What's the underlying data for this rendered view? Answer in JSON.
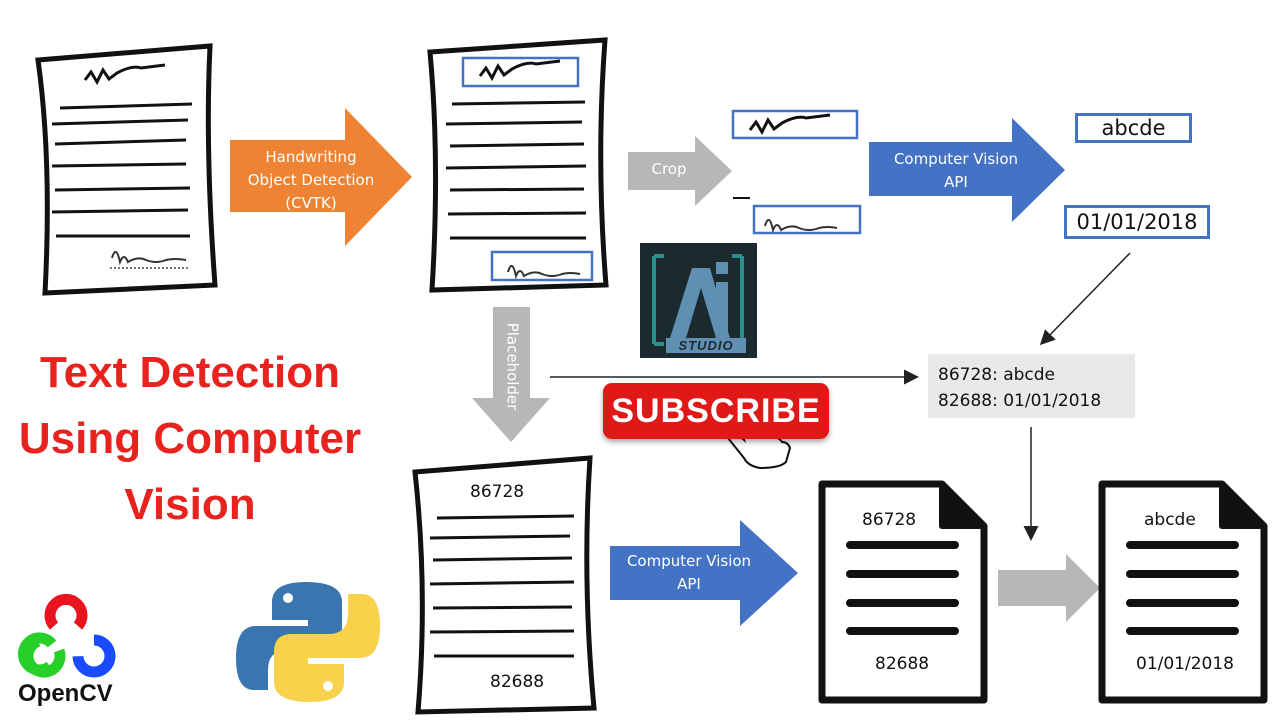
{
  "title": {
    "lines": [
      "Text Detection",
      "Using Computer",
      "Vision"
    ]
  },
  "steps": {
    "detection_label_lines": [
      "Handwriting",
      "Object Detection",
      "(CVTK)"
    ],
    "crop_label": "Crop",
    "placeholder_label": "Placeholder",
    "cv_api_top_lines": [
      "Computer Vision",
      "API"
    ],
    "cv_api_bottom_lines": [
      "Computer Vision",
      "API"
    ]
  },
  "results": {
    "text_box": "abcde",
    "date_box": "01/01/2018"
  },
  "mapping": {
    "line1": "86728: abcde",
    "line2": "82688: 01/01/2018"
  },
  "placeholder_doc": {
    "top_id": "86728",
    "bottom_id": "82688"
  },
  "intermediate_doc": {
    "top_id": "86728",
    "bottom_id": "82688"
  },
  "final_doc": {
    "top_text": "abcde",
    "bottom_text": "01/01/2018"
  },
  "badges": {
    "subscribe": "SUBSCRIBE",
    "logo_text": "STUDIO",
    "opencv": "OpenCV"
  },
  "colors": {
    "title_red": "#e8231f",
    "orange_arrow": "#ee8433",
    "blue_arrow": "#4472c4",
    "gray_arrow": "#b7b7b7",
    "subscribe_red": "#e01818"
  },
  "icons": [
    "handwritten-document-icon",
    "pointer-hand-icon",
    "opencv-logo-icon",
    "python-logo-icon",
    "ai-studio-logo-icon"
  ]
}
